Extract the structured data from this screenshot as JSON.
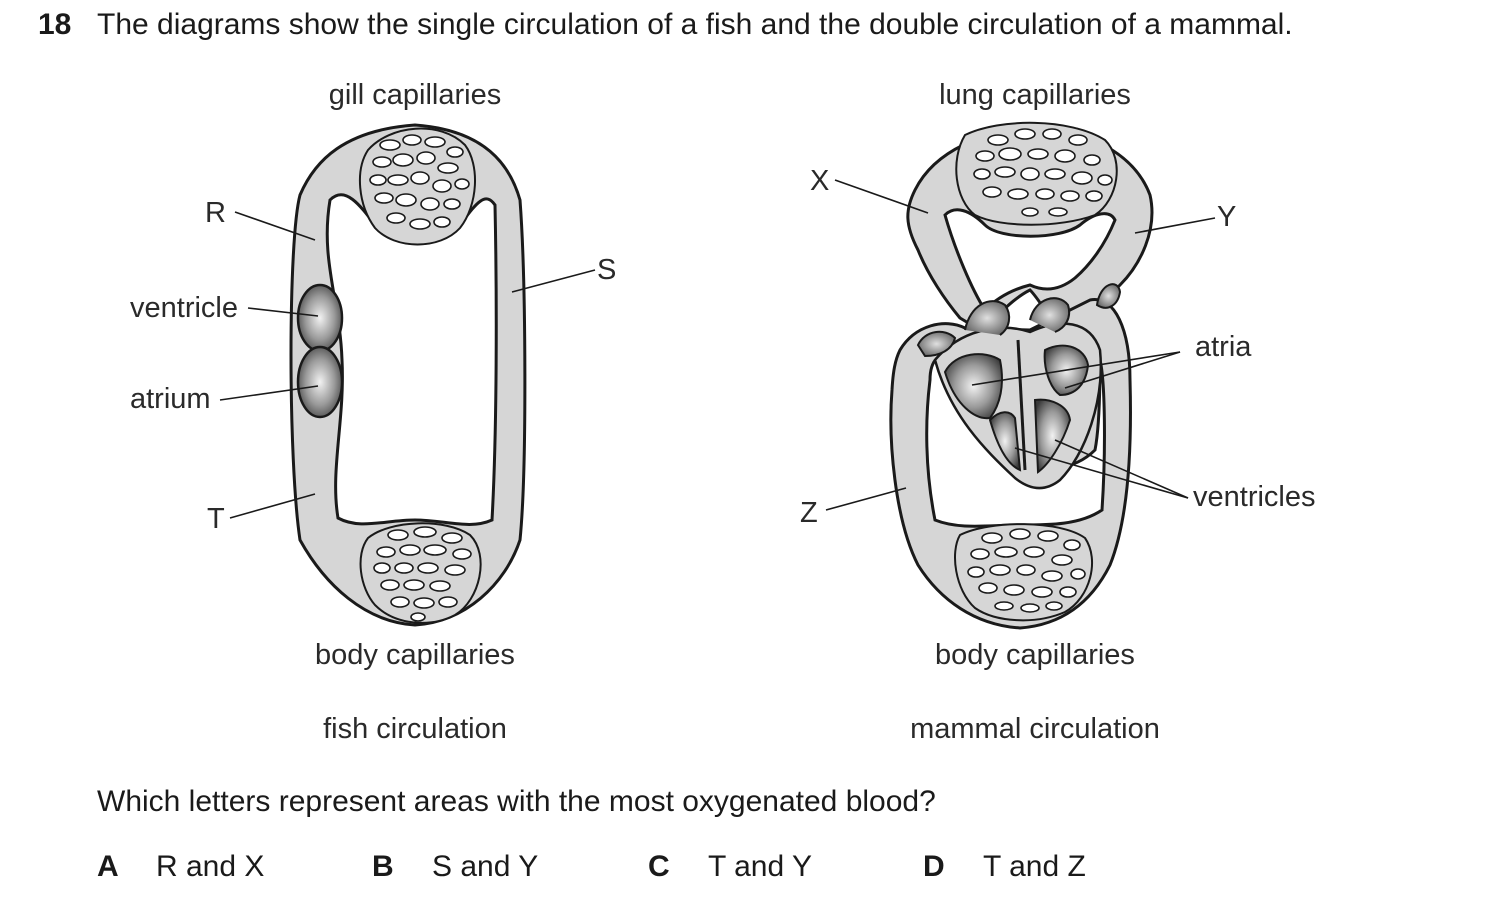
{
  "question": {
    "number": "18",
    "text": "The diagrams show the single circulation of a fish and the double circulation of a mammal.",
    "prompt": "Which letters represent areas with the most oxygenated blood?"
  },
  "fish": {
    "top_label": "gill capillaries",
    "bottom_label": "body capillaries",
    "caption": "fish circulation",
    "labels": {
      "R": "R",
      "S": "S",
      "T": "T",
      "ventricle": "ventricle",
      "atrium": "atrium"
    }
  },
  "mammal": {
    "top_label": "lung capillaries",
    "bottom_label": "body capillaries",
    "caption": "mammal circulation",
    "labels": {
      "X": "X",
      "Y": "Y",
      "Z": "Z",
      "atria": "atria",
      "ventricles": "ventricles"
    }
  },
  "options": [
    {
      "letter": "A",
      "text": "R and X"
    },
    {
      "letter": "B",
      "text": "S and Y"
    },
    {
      "letter": "C",
      "text": "T and Y"
    },
    {
      "letter": "D",
      "text": "T and Z"
    }
  ]
}
